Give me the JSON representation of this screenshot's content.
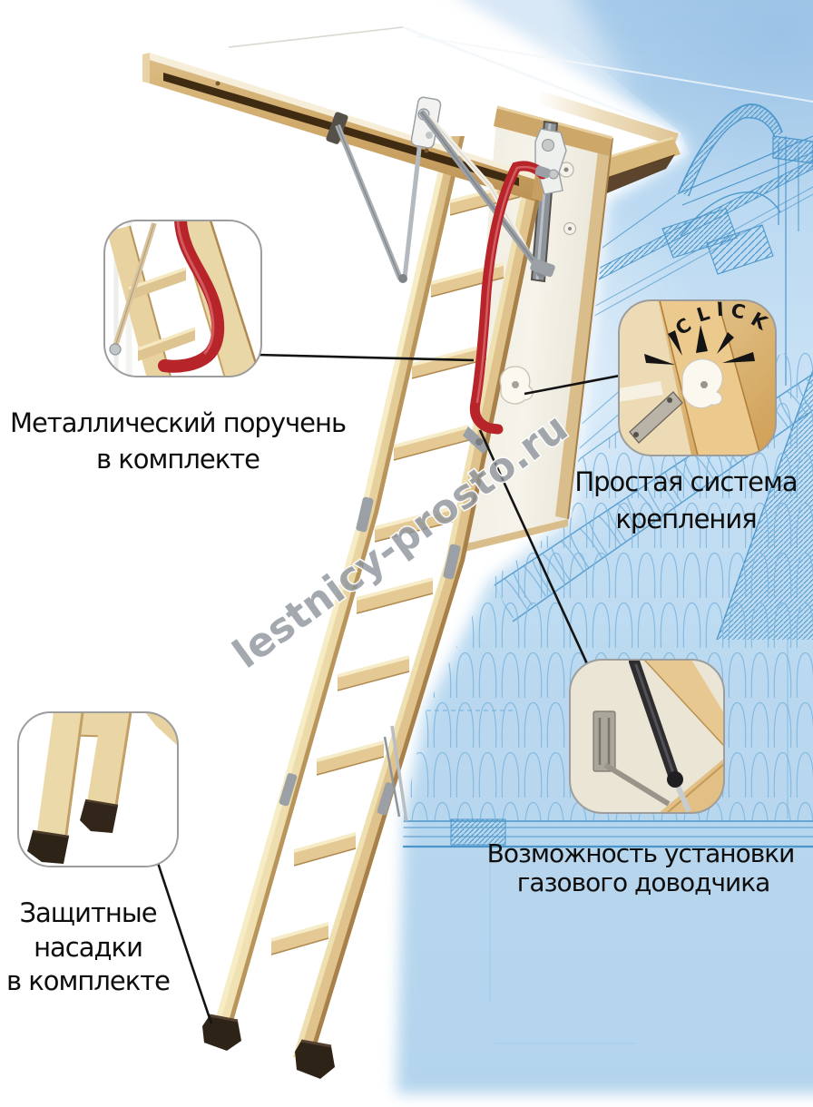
{
  "annotations": {
    "handrail": {
      "line1": "Металлический поручень",
      "line2": "в комплекте"
    },
    "fastening": {
      "line1": "Простая система",
      "line2": "крепления"
    },
    "gas_strut": {
      "line1": "Возможность установки",
      "line2": "газового доводчика"
    },
    "feet": {
      "line1": "Защитные",
      "line2": "насадки",
      "line3": "в комплекте"
    }
  },
  "click_label": {
    "letters": [
      "C",
      "L",
      "I",
      "C",
      "K"
    ]
  },
  "watermark": {
    "text": "lestnicy-prosto.ru"
  },
  "colors": {
    "sky": "#b5d6ee",
    "blueprint_line": "#4f98cb",
    "wood_light": "#eed9a8",
    "wood_shade": "#c9a366",
    "handrail_red": "#b7242a",
    "label_text": "#0d0d0d",
    "watermark_gray": "#8b9199",
    "foot_cap": "#2e2317"
  }
}
